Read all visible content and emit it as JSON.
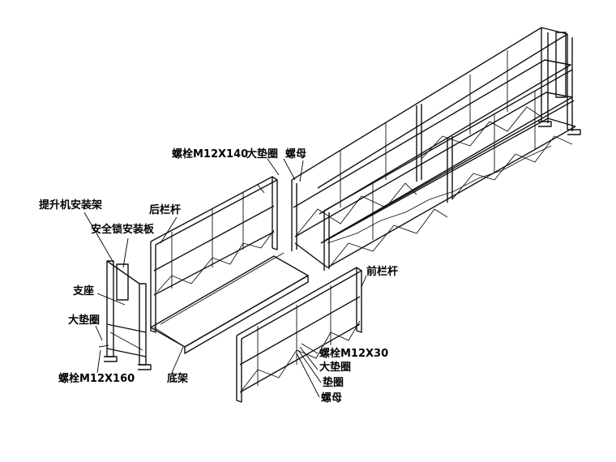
{
  "labels": {
    "bolt_m12x140": "螺栓M12X140",
    "large_washer_top": "大垫圈",
    "nut_top": "螺母",
    "hoist_mount": "提升机安装架",
    "rear_rail": "后栏杆",
    "safety_lock_plate": "安全锁安装板",
    "support_base": "支座",
    "large_washer_left": "大垫圈",
    "bolt_m12x160": "螺栓M12X160",
    "bottom_frame": "底架",
    "front_rail": "前栏杆",
    "bolt_m12x30": "螺栓M12X30",
    "large_washer_right": "大垫圈",
    "washer": "垫圈",
    "nut_right": "螺母"
  }
}
